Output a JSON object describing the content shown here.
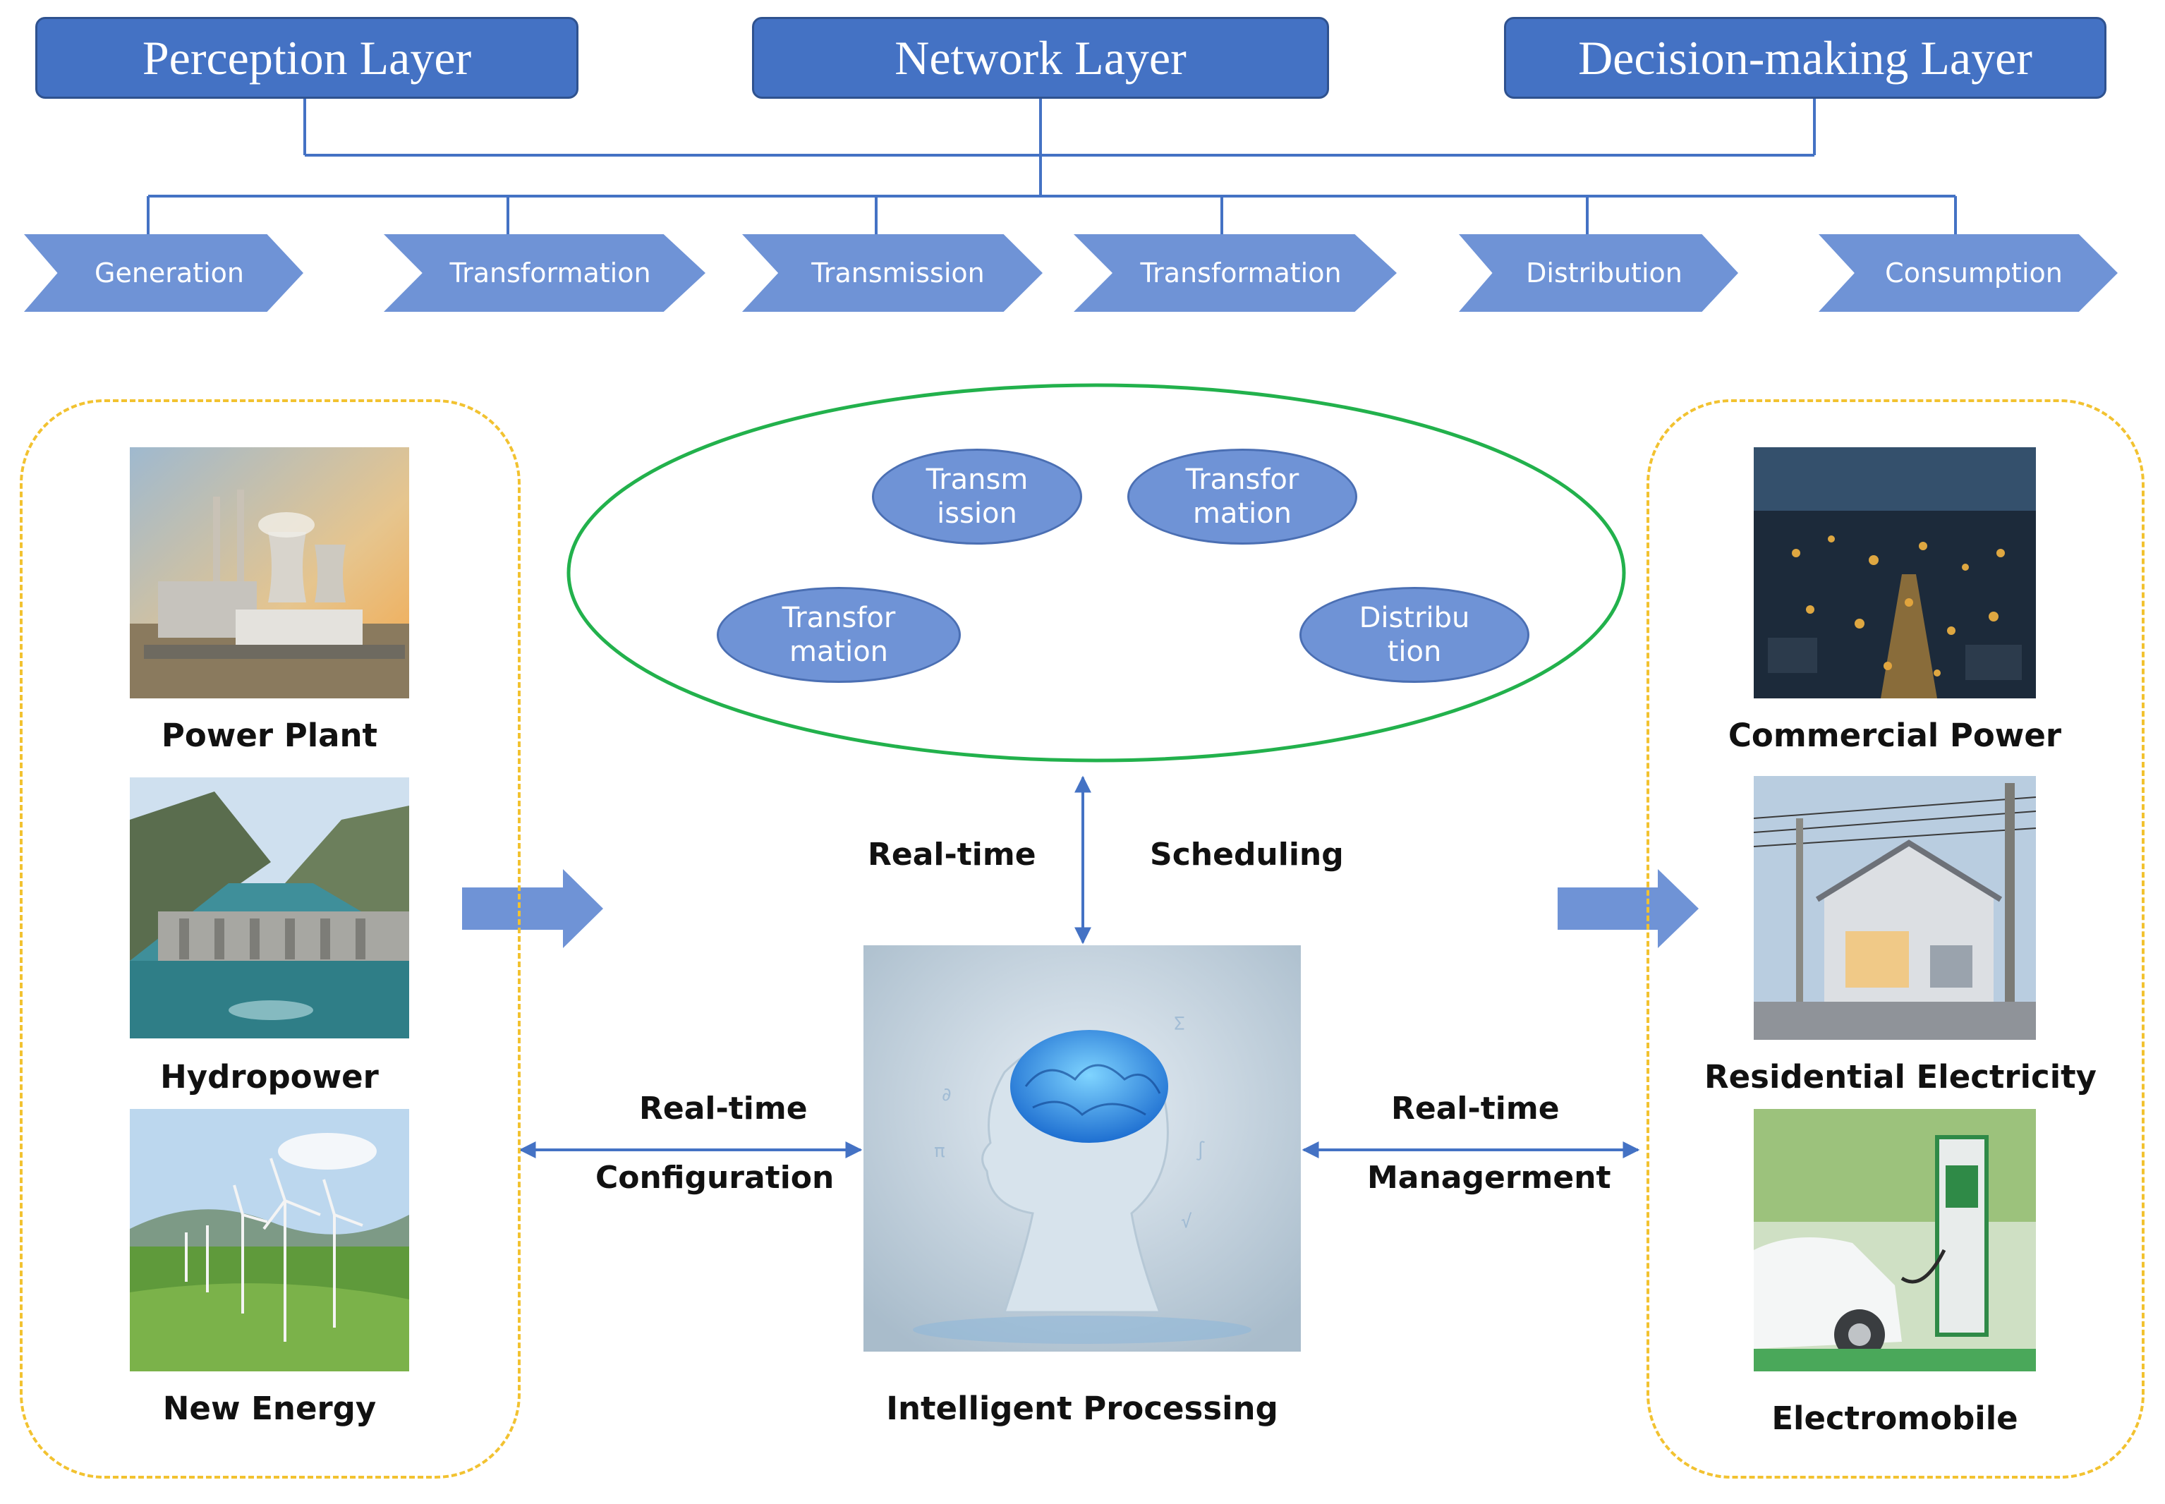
{
  "layers": {
    "perception": "Perception Layer",
    "network": "Network Layer",
    "decision": "Decision-making Layer"
  },
  "stages": [
    "Generation",
    "Transformation",
    "Transmission",
    "Transformation",
    "Distribution",
    "Consumption"
  ],
  "hub": {
    "nodes": [
      {
        "line1": "Transm",
        "line2": "ission"
      },
      {
        "line1": "Transfor",
        "line2": "mation"
      },
      {
        "line1": "Transfor",
        "line2": "mation"
      },
      {
        "line1": "Distribu",
        "line2": "tion"
      }
    ]
  },
  "supply": {
    "items": [
      "Power Plant",
      "Hydropower",
      "New Energy"
    ]
  },
  "demand": {
    "items": [
      "Commercial Power",
      "Residential Electricity",
      "Electromobile"
    ]
  },
  "center": {
    "caption": "Intelligent Processing",
    "vertical_left": "Real-time",
    "vertical_right": "Scheduling",
    "left_top": "Real-time",
    "left_bottom": "Configuration",
    "right_top": "Real-time",
    "right_bottom": "Managerment"
  },
  "colors": {
    "layer_box": "#4472c4",
    "chevron": "#6f93d6",
    "connector": "#4472c4",
    "ellipse": "#22b14c",
    "dashed_panel": "#f2c230"
  }
}
